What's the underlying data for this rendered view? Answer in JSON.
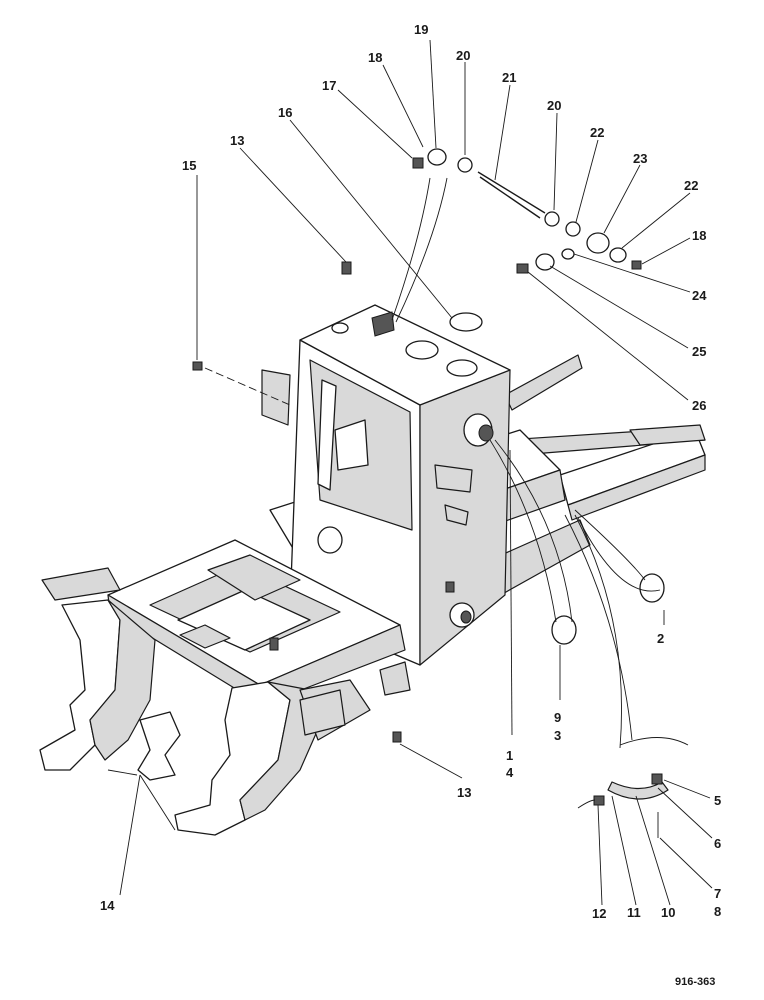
{
  "diagram": {
    "labels": [
      "1",
      "2",
      "3",
      "4",
      "5",
      "6",
      "7",
      "8",
      "9",
      "10",
      "11",
      "12",
      "13",
      "13",
      "14",
      "15",
      "16",
      "17",
      "18",
      "18",
      "19",
      "20",
      "20",
      "21",
      "22",
      "22",
      "23",
      "24",
      "25",
      "26"
    ],
    "reference": "916-363"
  }
}
